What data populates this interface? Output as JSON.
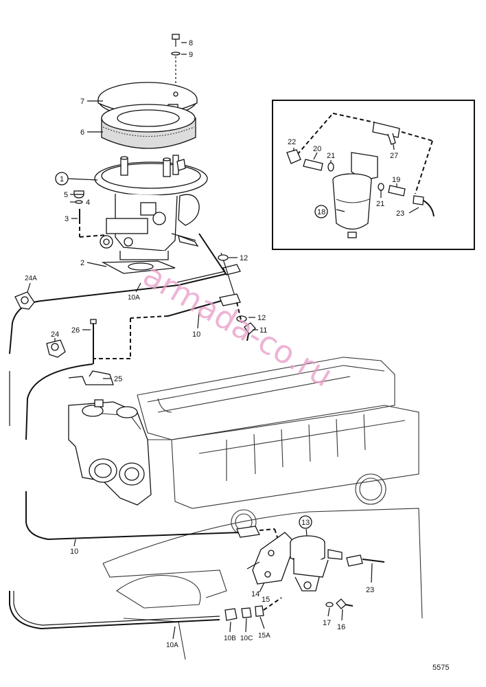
{
  "labels": {
    "l1": "1",
    "l2": "2",
    "l3": "3",
    "l4": "4",
    "l5": "5",
    "l6": "6",
    "l7": "7",
    "l8": "8",
    "l9": "9",
    "l10a": "10",
    "l10b": "10",
    "l10A_a": "10A",
    "l10A_b": "10A",
    "l10B": "10B",
    "l10C": "10C",
    "l11": "11",
    "l12a": "12",
    "l12b": "12",
    "l13": "13",
    "l14": "14",
    "l15": "15",
    "l15A": "15A",
    "l16": "16",
    "l17": "17",
    "l18": "18",
    "l19": "19",
    "l20": "20",
    "l21a": "21",
    "l21b": "21",
    "l22": "22",
    "l23a": "23",
    "l23b": "23",
    "l24": "24",
    "l24A": "24A",
    "l25": "25",
    "l26": "26",
    "l27": "27"
  },
  "watermark": "armada-co.ru",
  "figure_number": "5575"
}
